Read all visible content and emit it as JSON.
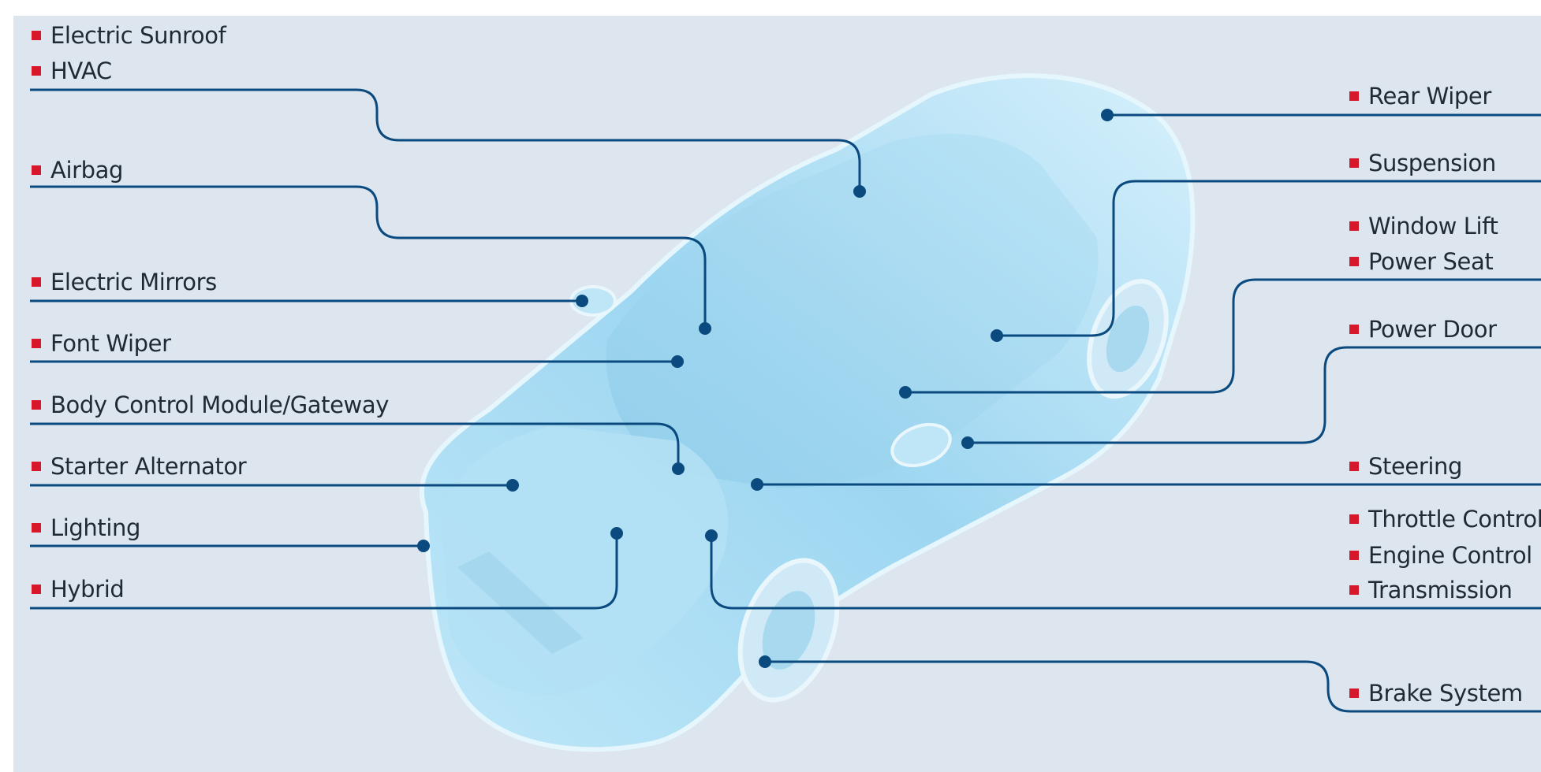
{
  "colors": {
    "background": "#dde5ee",
    "leader_line": "#0b4a7e",
    "bullet": "#d7172a",
    "car_body": "#a8dcf3",
    "label_text": "#1f2a36"
  },
  "labels": {
    "left": [
      {
        "id": "electric-sunroof",
        "text": "Electric Sunroof"
      },
      {
        "id": "hvac",
        "text": "HVAC"
      },
      {
        "id": "airbag",
        "text": "Airbag"
      },
      {
        "id": "electric-mirrors",
        "text": "Electric Mirrors"
      },
      {
        "id": "font-wiper",
        "text": "Font Wiper"
      },
      {
        "id": "body-control-module",
        "text": "Body Control Module/Gateway"
      },
      {
        "id": "starter-alternator",
        "text": "Starter Alternator"
      },
      {
        "id": "lighting",
        "text": "Lighting"
      },
      {
        "id": "hybrid",
        "text": "Hybrid"
      }
    ],
    "right": [
      {
        "id": "rear-wiper",
        "text": "Rear Wiper"
      },
      {
        "id": "suspension",
        "text": "Suspension"
      },
      {
        "id": "window-lift",
        "text": "Window Lift"
      },
      {
        "id": "power-seat",
        "text": "Power Seat"
      },
      {
        "id": "power-door",
        "text": "Power Door"
      },
      {
        "id": "steering",
        "text": "Steering"
      },
      {
        "id": "throttle-control",
        "text": "Throttle Control"
      },
      {
        "id": "engine-control",
        "text": "Engine Control"
      },
      {
        "id": "transmission",
        "text": "Transmission"
      },
      {
        "id": "brake-system",
        "text": "Brake System"
      }
    ]
  }
}
